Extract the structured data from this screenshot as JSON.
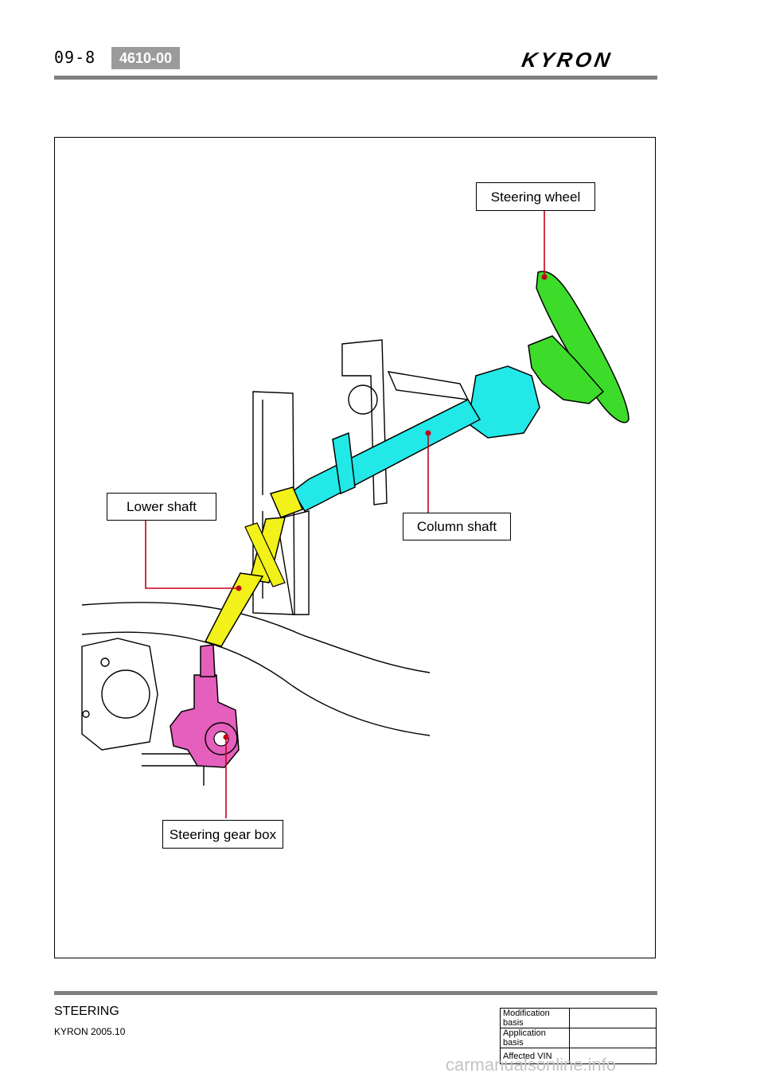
{
  "header": {
    "page_number": "09-8",
    "section_code": "4610-00",
    "brand": "KYRON"
  },
  "figure": {
    "callouts": {
      "steering_wheel": "Steering wheel",
      "lower_shaft": "Lower shaft",
      "column_shaft": "Column shaft",
      "steering_gear_box": "Steering gear box"
    },
    "colors": {
      "steering_wheel": "#3ddc2a",
      "column_shaft": "#23e8e8",
      "lower_shaft": "#f2f21a",
      "steering_gear_box": "#e55fbd",
      "leader_line": "#c4001a"
    }
  },
  "footer": {
    "chapter": "STEERING",
    "edition": "KYRON 2005.10",
    "revision_table": [
      {
        "label": "Modification basis",
        "value": ""
      },
      {
        "label": "Application basis",
        "value": ""
      },
      {
        "label": "Affected VIN",
        "value": ""
      }
    ]
  },
  "watermark": "carmanualsonline.info"
}
